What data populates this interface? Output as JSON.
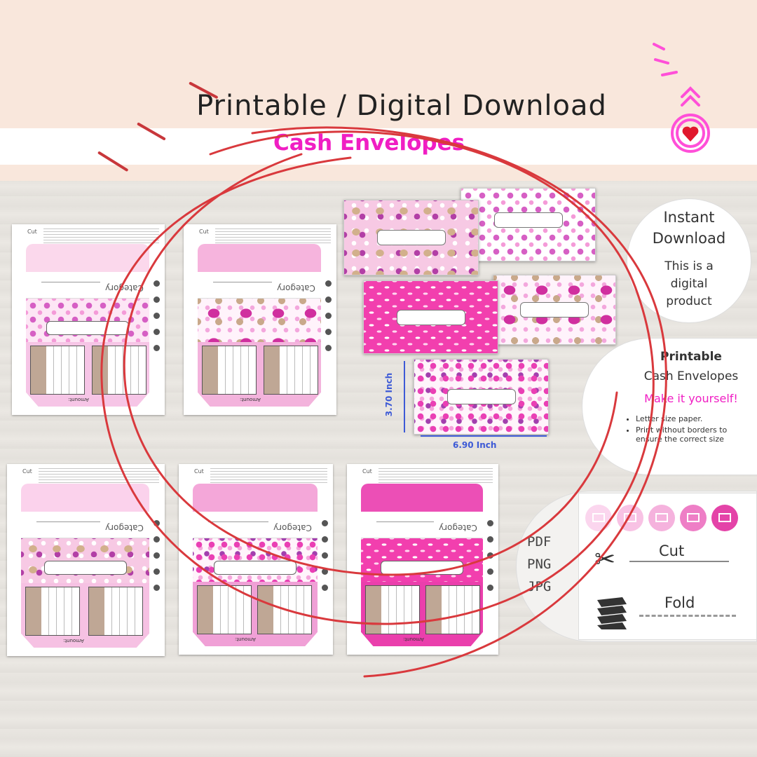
{
  "header": {
    "title": "Printable / Digital Download",
    "subtitle": "Cash Envelopes"
  },
  "sample_pages": {
    "category_label": "Category",
    "amount_label": "Amount:",
    "cut_label": "Cut"
  },
  "dimensions": {
    "height_label": "3.70 Inch",
    "width_label": "6.90 Inch"
  },
  "instant": {
    "line1": "Instant",
    "line2": "Download",
    "line3": "This is a",
    "line4": "digital",
    "line5": "product"
  },
  "printable": {
    "title": "Printable",
    "subtitle": "Cash Envelopes",
    "tagline": "Make it yourself!",
    "bullet1": "Letter size paper.",
    "bullet2": "Print without borders to ensure the correct size"
  },
  "formats": {
    "pdf": "PDF",
    "png": "PNG",
    "jpg": "JPG",
    "cut": "Cut",
    "fold": "Fold"
  },
  "colors": {
    "accent": "#f01ec3",
    "dimension": "#3d5ad6",
    "marker": "#c8373b"
  }
}
